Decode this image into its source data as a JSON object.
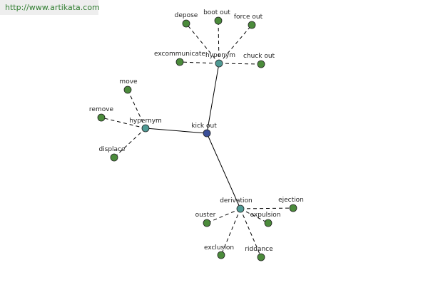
{
  "header": {
    "url": "http://www.artikata.com"
  },
  "graph": {
    "root": {
      "label": "kick out"
    },
    "hubs": [
      {
        "id": "top",
        "label": "hyponym",
        "leaves": [
          "depose",
          "boot out",
          "force out",
          "excommunicate",
          "chuck out"
        ]
      },
      {
        "id": "left",
        "label": "hypernym",
        "leaves": [
          "move",
          "remove",
          "displace"
        ]
      },
      {
        "id": "bottom",
        "label": "derivation",
        "leaves": [
          "ejection",
          "ouster",
          "expulsion",
          "exclusion",
          "riddance"
        ]
      }
    ],
    "colors": {
      "root": "#3b4f99",
      "hub": "#4f9a94",
      "leaf": "#4b8b3b"
    }
  }
}
